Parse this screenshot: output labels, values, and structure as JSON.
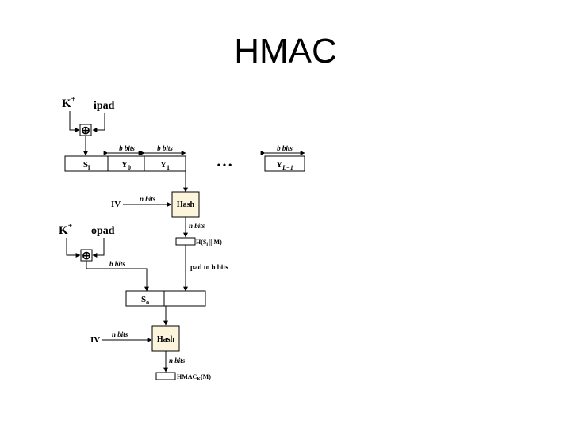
{
  "title": "HMAC",
  "diagram": {
    "k_plus": "K",
    "k_plus_sup": "+",
    "ipad": "ipad",
    "opad": "opad",
    "b_bits": "b bits",
    "n_bits": "n bits",
    "iv": "IV",
    "si": "S",
    "si_sub": "i",
    "y0": "Y",
    "y0_sub": "0",
    "y1": "Y",
    "y1_sub": "1",
    "yl": "Y",
    "yl_sub": "L−1",
    "ellipsis": "•  •  •",
    "hash": "Hash",
    "inner_hash_output": "H(S",
    "inner_hash_output_sub": "i",
    "inner_hash_output_rest": " || M)",
    "pad_to_b_bits": "pad to b bits",
    "so": "S",
    "so_sub": "o",
    "hmac_output": "HMAC",
    "hmac_output_sub": "K",
    "hmac_output_rest": "(M)",
    "xor_symbol": "⊕"
  }
}
